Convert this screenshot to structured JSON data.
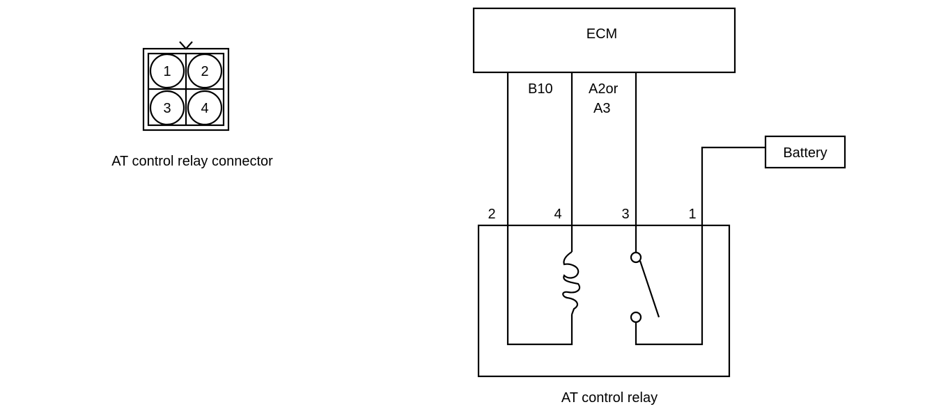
{
  "connector": {
    "caption": "AT control relay connector",
    "pins": [
      "1",
      "2",
      "3",
      "4"
    ]
  },
  "ecm": {
    "label": "ECM"
  },
  "battery": {
    "label": "Battery"
  },
  "wires": {
    "b10": "B10",
    "a2or_line1": "A2or",
    "a2or_line2": "A3"
  },
  "relay": {
    "caption": "AT control relay",
    "terminals": [
      "2",
      "4",
      "3",
      "1"
    ]
  }
}
